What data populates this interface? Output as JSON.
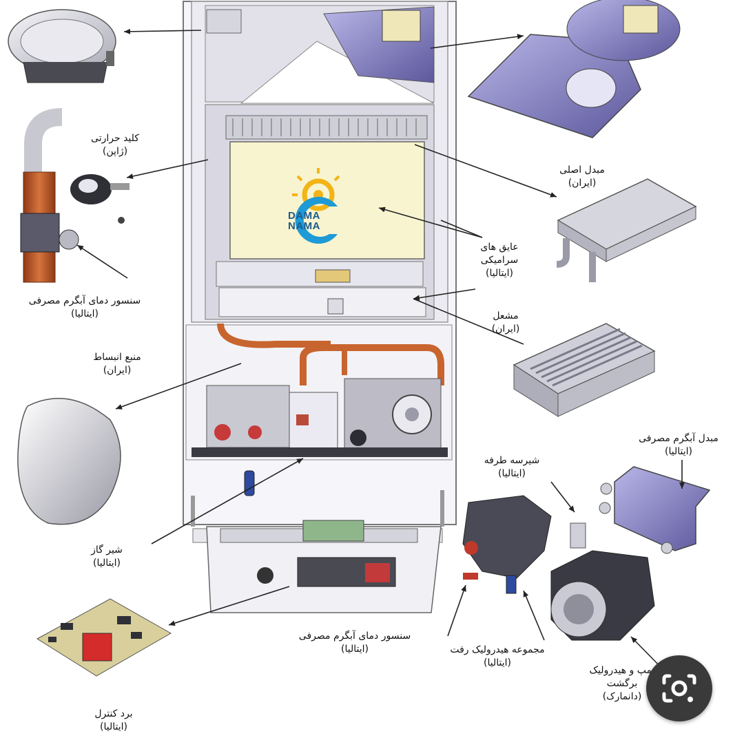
{
  "labels": {
    "thermal_switch": {
      "line1": "کلید حرارتی",
      "line2": "(ژاپن)"
    },
    "dhw_sensor_left": {
      "line1": "سنسور دمای آبگرم مصرفی",
      "line2": "(ایتالیا)"
    },
    "expansion_tank": {
      "line1": "منبع انبساط",
      "line2": "(ایران)"
    },
    "gas_valve": {
      "line1": "شیر گاز",
      "line2": "(ایتالیا)"
    },
    "control_board": {
      "line1": "برد کنترل",
      "line2": "(ایتالیا)"
    },
    "main_exchanger": {
      "line1": "مبدل اصلی",
      "line2": "(ایران)"
    },
    "ceramic_insulation": {
      "line1": "عایق های",
      "line2": "سرامیکی",
      "line3": "(ایتالیا)"
    },
    "burner": {
      "line1": "مشعل",
      "line2": "(ایران)"
    },
    "dhw_exchanger": {
      "line1": "مبدل آبگرم مصرفی",
      "line2": "(ایتالیا)"
    },
    "three_way_valve": {
      "line1": "شیرسه طرفه",
      "line2": "(ایتالیا)"
    },
    "dhw_sensor_bottom": {
      "line1": "سنسور دمای آبگرم مصرفی",
      "line2": "(ایتالیا)"
    },
    "hydraulic_supply": {
      "line1": "مجموعه هیدرولیک رفت",
      "line2": "(ایتالیا)"
    },
    "pump_return": {
      "line1": "پمپ و هیدرولیک",
      "line2": "برگشت",
      "line3": "(دانمارک)"
    }
  },
  "logo": {
    "line1": "DAMA",
    "line2": "NAMA"
  },
  "icons": {
    "lens": "google-lens-icon"
  },
  "colors": {
    "frame": "#b8b8c4",
    "panel": "#ecebf2",
    "copper": "#c8642e",
    "chamber": "#f7f4cf",
    "fan": "#7e7bb8",
    "logo_yellow": "#f2b416",
    "logo_blue": "#1e9ad6",
    "leader": "#222222",
    "lens_bg": "#3a3a3a"
  }
}
